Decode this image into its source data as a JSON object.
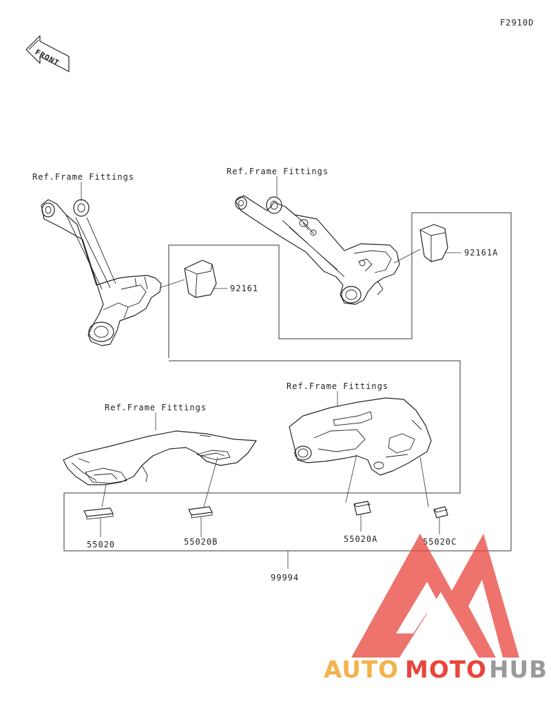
{
  "figure_code": "F2910D",
  "front_label": "FRONT",
  "ref_labels": [
    "Ref.Frame Fittings",
    "Ref.Frame Fittings",
    "Ref.Frame Fittings",
    "Ref.Frame Fittings"
  ],
  "parts": {
    "p92161": "92161",
    "p92161A": "92161A",
    "p55020": "55020",
    "p55020B": "55020B",
    "p55020A": "55020A",
    "p55020C": "55020C",
    "p99994": "99994"
  },
  "watermark": {
    "part1": "AUTO",
    "part2": "MOTO",
    "part3": "HUB",
    "color_red": "#e8453c",
    "color_gray": "#9a9a9a",
    "color_orange": "#f3b24c"
  }
}
